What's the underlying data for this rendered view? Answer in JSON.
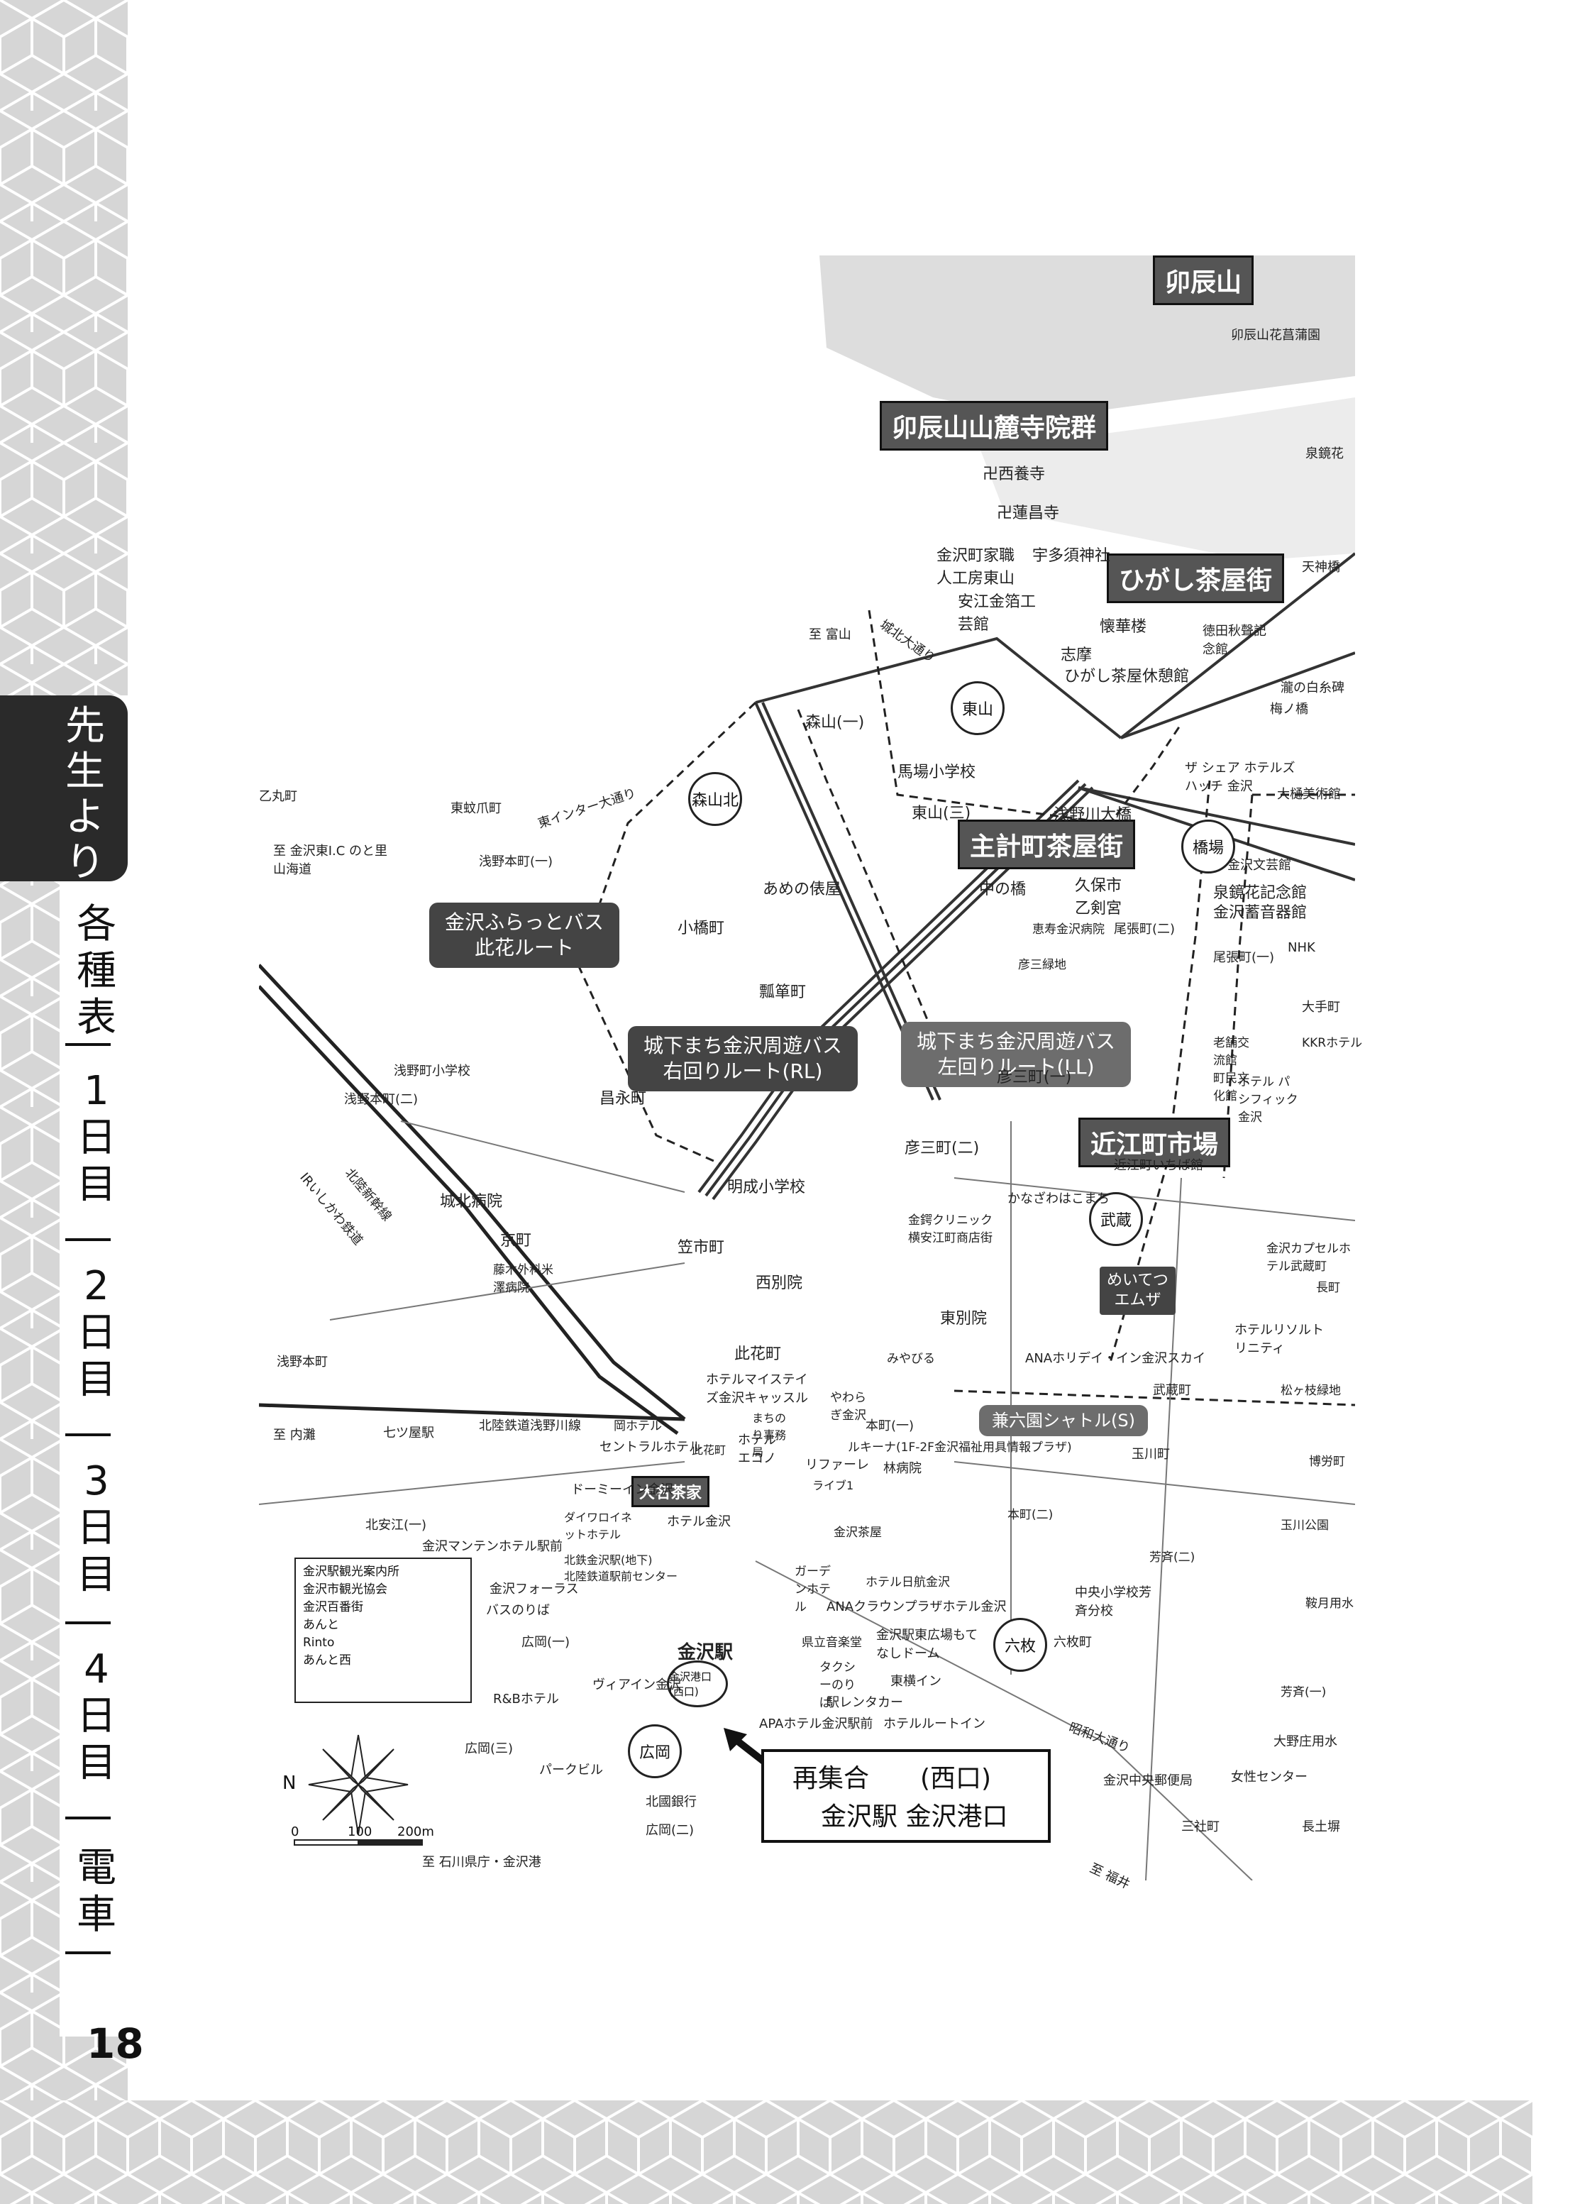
{
  "page_number": "18",
  "tabs": {
    "active": "先生より",
    "items": [
      "各種表",
      "1日目",
      "2日目",
      "3日目",
      "4日目",
      "電車"
    ]
  },
  "map": {
    "areas": {
      "utatsuyama": "卯辰山",
      "temples": "卯辰山山麓寺院群",
      "higashi": "ひがし茶屋街",
      "kazuemachi": "主計町茶屋街",
      "omicho": "近江町市場",
      "oomiya": "大名茶家"
    },
    "routes": {
      "furatto": [
        "金沢ふらっとバス",
        "此花ルート"
      ],
      "rl": [
        "城下まち金沢周遊バス",
        "右回りルート(RL)"
      ],
      "ll": [
        "城下まち金沢周遊バス",
        "左回りルート(LL)"
      ],
      "shuttle": "兼六園シャトル(S)",
      "meitetsu": [
        "めいてつ",
        "エムザ"
      ]
    },
    "circles": {
      "higashiyama": "東山",
      "moriyamakita": "森山北",
      "hashiba": "橋場",
      "musashi": "武蔵",
      "rokumai": "六枚",
      "hirooka": "広岡",
      "westexit": "金沢港口(西口)"
    },
    "labels": {
      "l1": "卍西養寺",
      "l2": "卍蓮昌寺",
      "l3": "宇多須神社",
      "l4": "金沢町家職人工房東山",
      "l5": "安江金箔工芸館",
      "l6": "志摩",
      "l7": "懐華楼",
      "l8": "ひがし茶屋休憩館",
      "l9": "森山(一)",
      "l10": "馬場小学校",
      "l11": "東山(三)",
      "l12": "浅野川大橋",
      "l13": "中の橋",
      "l14": "久保市乙剣宮",
      "l15": "泉鏡花記念館",
      "l16": "金沢蓄音器館",
      "l17": "小橋町",
      "l18": "あめの俵屋",
      "l19": "瓢箪町",
      "l20": "彦三町(一)",
      "l21": "彦三町(二)",
      "l22": "昌永町",
      "l23": "明成小学校",
      "l24": "城北病院",
      "l25": "京町",
      "l26": "笠市町",
      "l27": "西別院",
      "l28": "東別院",
      "l29": "此花町",
      "l30": "ホテルマイステイズ金沢キャッスル",
      "l31": "金沢駅",
      "l32": "ANAクラウンプラザホテル金沢",
      "l33": "金沢駅東広場もてなしドーム",
      "l34": "東横イン",
      "l35": "APAホテル金沢駅前",
      "l36": "駅レンタカー",
      "l37": "ホテルルートイン",
      "l38": "ヴィアイン金沢",
      "l39": "R&Bホテル",
      "l40": "パークビル",
      "l41": "北國銀行",
      "l42": "広岡(二)",
      "l43": "広岡(三)",
      "l44": "広岡(一)",
      "l45": "北安江(一)",
      "l46": "金沢マンテンホテル駅前",
      "l47": "ドーミーイン金沢",
      "l48": "ダイワロイネットホテル",
      "l49": "ホテル金沢",
      "l50": "セントラルホテル",
      "l51": "ホテルエコノ",
      "l52": "本町(一)",
      "l53": "リファーレ",
      "l54": "林病院",
      "l55": "ルキーナ(1F-2F金沢福祉用具情報プラザ)",
      "l56": "ANAホリデイ・イン金沢スカイ",
      "l57": "武蔵町",
      "l58": "玉川町",
      "l59": "中央小学校芳斉分校",
      "l60": "六枚町",
      "l61": "金沢中央郵便局",
      "l62": "女性センター",
      "l63": "三社町",
      "l64": "長土塀",
      "l65": "大野庄用水",
      "l66": "NHK",
      "l67": "大手町",
      "l68": "尾張町(二)",
      "l69": "尾張町(一)",
      "l70": "近江町いちば館",
      "l71": "かなざわはこまち",
      "l72": "ホテルリソルトリニティ",
      "l73": "金沢文芸館",
      "l74": "ザ シェア ホテルズ ハッチ 金沢",
      "l75": "大樋美術館",
      "l76": "梅ノ橋",
      "l77": "徳田秋聲記念館",
      "l78": "浅野本町(一)",
      "l79": "浅野本町(二)",
      "l80": "浅野町小学校",
      "l81": "浅野本町",
      "l82": "乙丸町",
      "l83": "東蚊爪町",
      "l84": "至 金沢東I.C のと里山海道",
      "l85": "東インター大通り",
      "l86": "至 富山",
      "l87": "至 内灘",
      "l88": "七ツ屋駅",
      "l89": "北陸鉄道浅野川線",
      "l90": "IRいしかわ鉄道",
      "l91": "北陸新幹線",
      "l92": "至 石川県庁・金沢港",
      "l93": "至 福井",
      "l94": "昭和大通り",
      "l95": "城北大通り",
      "l96": "卯辰山花菖蒲園",
      "l97": "泉鏡花",
      "l98": "天神橋",
      "l99": "瀧の白糸碑",
      "l100": "金沢フォーラス",
      "l101": "バスのりば",
      "l102": "北鉄金沢駅(地下)",
      "l103": "北陸鉄道駅前センター",
      "l104": "ガーデンホテル",
      "l105": "ホテル日航金沢",
      "l106": "金沢茶屋",
      "l107": "タクシーのりば",
      "l108": "県立音楽堂",
      "l109": "やわらぎ金沢",
      "l110": "みやびる",
      "l111": "まちのり事務局",
      "l112": "此花町",
      "l113": "ライブ1",
      "l114": "ホテル パシフィック金沢",
      "l115": "KKRホテル",
      "l116": "老舗交流館",
      "l117": "町民文化館",
      "l118": "金沢カプセルホテル武蔵町",
      "l119": "松ヶ枝緑地",
      "l120": "玉川公園",
      "l121": "芳斉(二)",
      "l122": "芳斉(一)",
      "l123": "長町",
      "l124": "鞍月用水",
      "l125": "博労町",
      "l126": "金鍔クリニック",
      "l127": "横安江町商店街",
      "l128": "岡ホテル",
      "l129": "藤木外科米澤病院",
      "l130": "恵寿金沢病院",
      "l131": "彦三緑地",
      "l132": "本町(二)"
    },
    "legend": [
      "金沢駅観光案内所",
      "金沢市観光協会",
      "金沢百番街",
      "あんと",
      "Rinto",
      "あんと西"
    ],
    "scale": [
      "0",
      "100",
      "200m"
    ],
    "compass": "N",
    "meeting": {
      "line1": "再集合",
      "line1b": "(西口)",
      "line2": "金沢駅  金沢港口"
    }
  }
}
